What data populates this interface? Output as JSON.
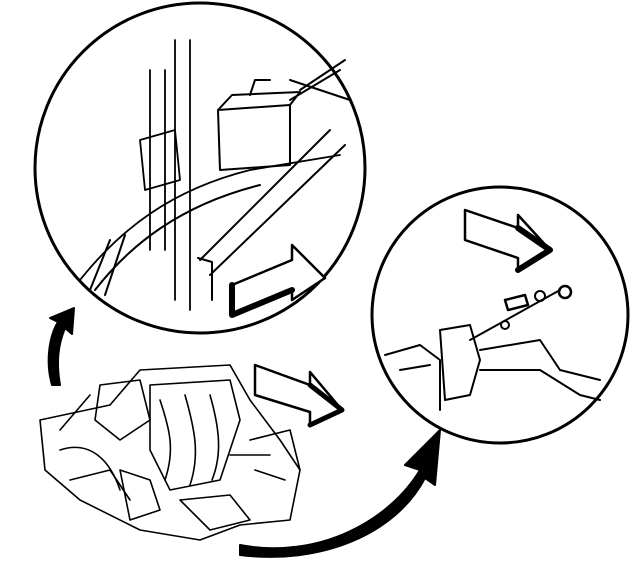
{
  "diagram": {
    "colors": {
      "line": "#000000",
      "background": "#ffffff"
    },
    "icons": [
      "detail-circle-large",
      "detail-circle-small",
      "curved-arrow-left",
      "curved-arrow-bottom",
      "block-arrow"
    ]
  }
}
